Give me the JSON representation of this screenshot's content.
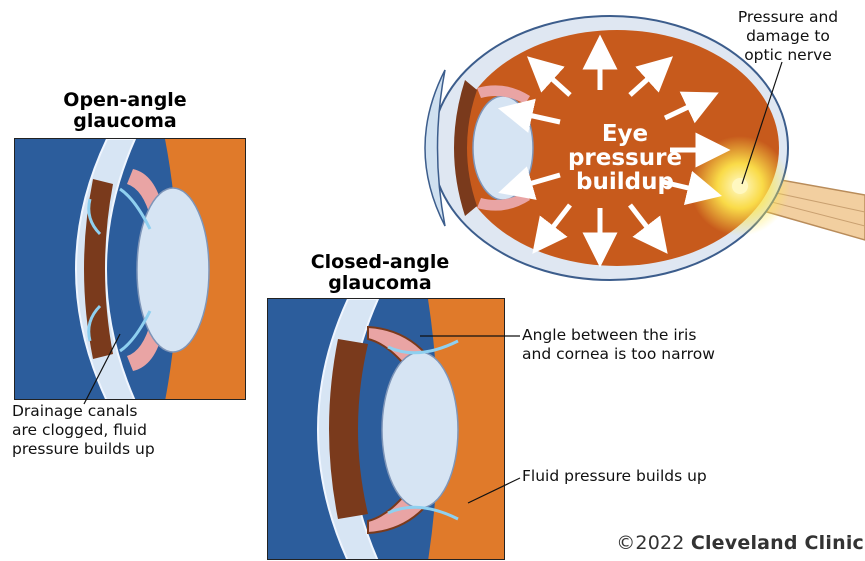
{
  "open_angle": {
    "title_line1": "Open-angle",
    "title_line2": "glaucoma",
    "caption_line1": "Drainage canals",
    "caption_line2": "are clogged, fluid",
    "caption_line3": "pressure builds up"
  },
  "closed_angle": {
    "title_line1": "Closed-angle",
    "title_line2": "glaucoma",
    "angle_label_line1": "Angle between the iris",
    "angle_label_line2": "and cornea is too narrow",
    "fluid_label": "Fluid pressure builds up"
  },
  "eye": {
    "center_line1": "Eye",
    "center_line2": "pressure",
    "center_line3": "buildup",
    "nerve_label_line1": "Pressure and",
    "nerve_label_line2": "damage to",
    "nerve_label_line3": "optic nerve"
  },
  "copyright": {
    "symbol": "©2022",
    "owner": "Cleveland Clinic"
  },
  "colors": {
    "panel_blue": "#2c5d9c",
    "eye_orange": "#c75a1c",
    "iris_brown": "#7a3a1c",
    "glow_yellow": "#ffe94d"
  }
}
